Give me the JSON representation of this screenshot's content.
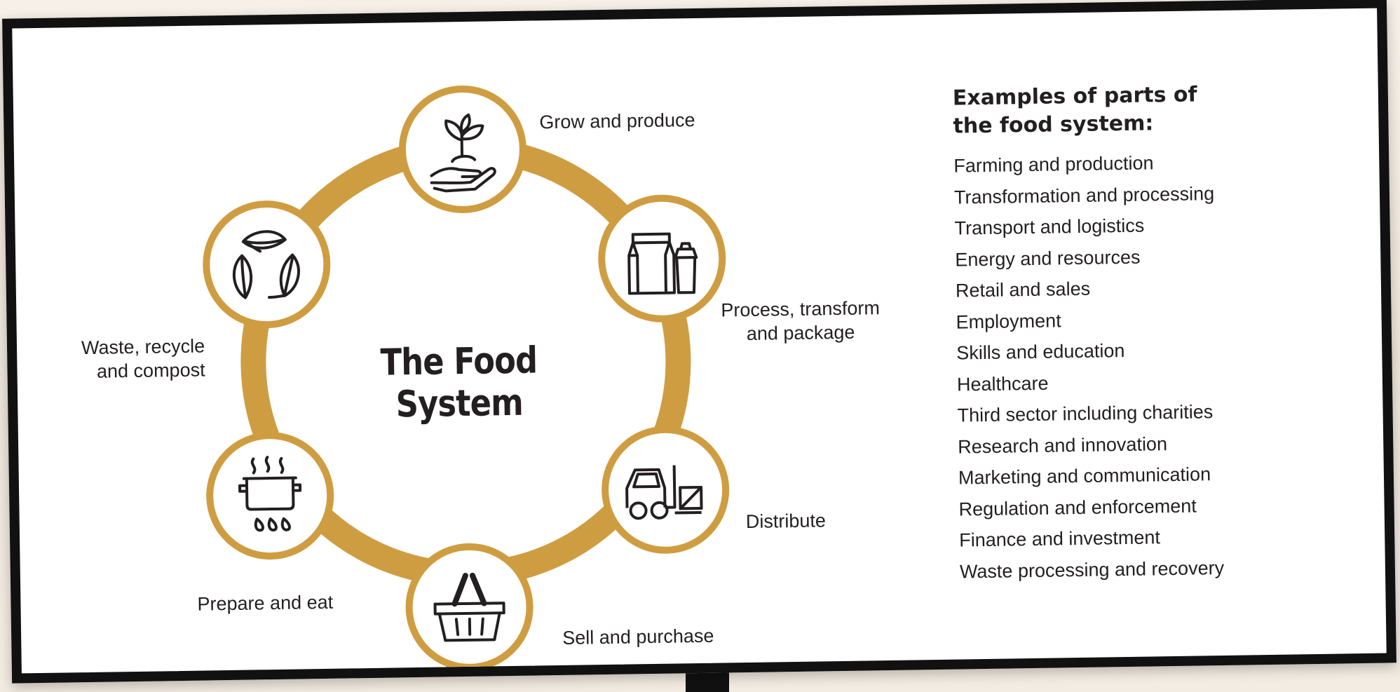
{
  "colors": {
    "ring": "#cf9d41",
    "ink": "#231f20",
    "frame": "#111111",
    "screen": "#ffffff"
  },
  "diagram": {
    "title": "The Food System",
    "stages": [
      {
        "label": "Grow and produce",
        "icon": "plant-in-hand-icon"
      },
      {
        "label": "Process, transform\nand package",
        "icon": "food-packaging-icon"
      },
      {
        "label": "Distribute",
        "icon": "forklift-icon"
      },
      {
        "label": "Sell and purchase",
        "icon": "shopping-basket-icon"
      },
      {
        "label": "Prepare and eat",
        "icon": "cooking-pot-icon"
      },
      {
        "label": "Waste, recycle\nand compost",
        "icon": "recycle-leaves-icon"
      }
    ]
  },
  "panel": {
    "heading": "Examples of parts of\nthe food system:",
    "items": [
      "Farming and production",
      "Transformation and processing",
      "Transport and logistics",
      "Energy and resources",
      "Retail and sales",
      "Employment",
      "Skills and education",
      "Healthcare",
      "Third sector including charities",
      "Research and innovation",
      "Marketing and communication",
      "Regulation and enforcement",
      "Finance and investment",
      "Waste processing and recovery"
    ]
  }
}
